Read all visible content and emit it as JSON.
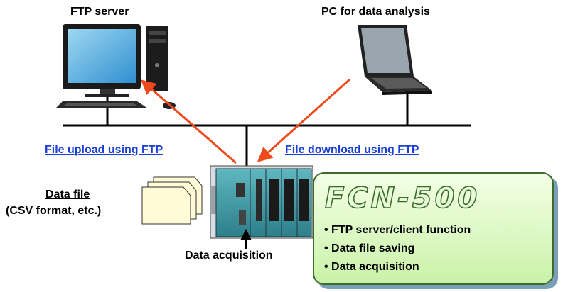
{
  "labels": {
    "ftp_server": "FTP server",
    "pc_analysis": "PC for data analysis",
    "upload": "File upload using FTP",
    "download": "File download using FTP",
    "data_file_title": "Data file",
    "data_file_sub": "(CSV format, etc.)",
    "acquisition": "Data acquisition"
  },
  "product": {
    "logo": "FCN-500",
    "features": [
      "• FTP server/client function",
      "• Data file saving",
      "• Data acquisition"
    ]
  },
  "colors": {
    "arrow": "#f04a1c",
    "link": "#1a3fd6",
    "panel_border": "#3c6b2c"
  }
}
